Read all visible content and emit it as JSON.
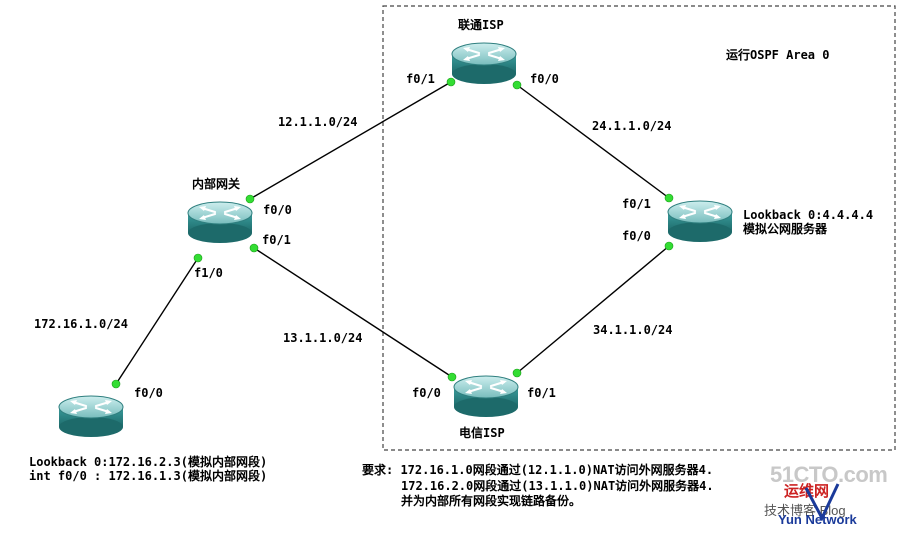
{
  "ospf_label": "运行OSPF Area 0",
  "routers": {
    "unicom": {
      "name": "联通ISP",
      "port_left": "f0/1",
      "port_right": "f0/0"
    },
    "telecom": {
      "name": "电信ISP",
      "port_left": "f0/0",
      "port_right": "f0/1"
    },
    "gateway": {
      "name": "内部网关",
      "port_top": "f0/0",
      "port_mid": "f0/1",
      "port_bottom": "f1/0"
    },
    "server": {
      "port_top": "f0/1",
      "port_bottom": "f0/0",
      "desc1": "Lookback 0:4.4.4.4",
      "desc2": "模拟公网服务器"
    },
    "internal": {
      "port": "f0/0",
      "desc1": "Lookback 0:172.16.2.3(模拟内部网段)",
      "desc2": "int f0/0 : 172.16.1.3(模拟内部网段)"
    }
  },
  "networks": {
    "n12": "12.1.1.0/24",
    "n24": "24.1.1.0/24",
    "n13": "13.1.1.0/24",
    "n34": "34.1.1.0/24",
    "n172": "172.16.1.0/24"
  },
  "requirements": {
    "line1": "要求: 172.16.1.0网段通过(12.1.1.0)NAT访问外网服务器4.",
    "line2": "172.16.2.0网段通过(13.1.1.0)NAT访问外网服务器4.",
    "line3": "并为内部所有网段实现链路备份。"
  },
  "watermark": {
    "site": "51CTO.com",
    "cn": "运维网",
    "line2": "技术博客 Blog",
    "brand": "Yun Network"
  },
  "colors": {
    "router_body": "#2f8f8f",
    "router_top": "#9bd3d3",
    "link_dot": "#33dd33",
    "watermark_red": "#cc2222",
    "watermark_blue": "#1a3a9a"
  }
}
